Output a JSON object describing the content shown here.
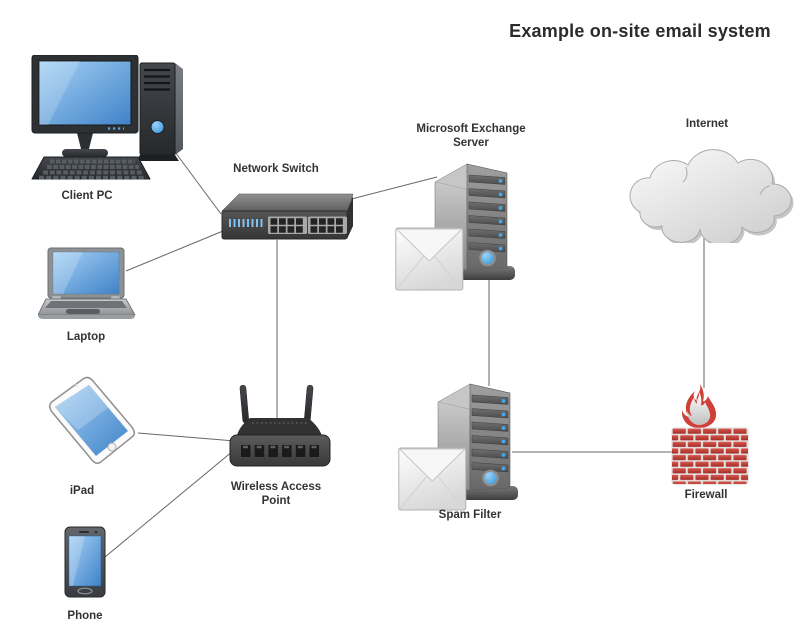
{
  "title": "Example on-site email system",
  "diagram": {
    "nodes": [
      {
        "id": "client-pc",
        "label": "Client PC",
        "icon": "desktop-computer-icon"
      },
      {
        "id": "laptop",
        "label": "Laptop",
        "icon": "laptop-icon"
      },
      {
        "id": "ipad",
        "label": "iPad",
        "icon": "tablet-icon"
      },
      {
        "id": "phone",
        "label": "Phone",
        "icon": "smartphone-icon"
      },
      {
        "id": "network-switch",
        "label": "Network Switch",
        "icon": "network-switch-icon"
      },
      {
        "id": "wireless-access-point",
        "label": "Wireless Access Point",
        "icon": "wireless-router-icon"
      },
      {
        "id": "exchange-server",
        "label": "Microsoft Exchange Server",
        "icon": "mail-server-icon"
      },
      {
        "id": "spam-filter",
        "label": "Spam Filter",
        "icon": "mail-server-icon"
      },
      {
        "id": "internet",
        "label": "Internet",
        "icon": "cloud-icon"
      },
      {
        "id": "firewall",
        "label": "Firewall",
        "icon": "firewall-icon"
      }
    ],
    "connections": [
      {
        "from": "client-pc",
        "to": "network-switch"
      },
      {
        "from": "laptop",
        "to": "network-switch"
      },
      {
        "from": "network-switch",
        "to": "wireless-access-point"
      },
      {
        "from": "network-switch",
        "to": "exchange-server"
      },
      {
        "from": "exchange-server",
        "to": "spam-filter"
      },
      {
        "from": "spam-filter",
        "to": "firewall"
      },
      {
        "from": "firewall",
        "to": "internet"
      },
      {
        "from": "ipad",
        "to": "wireless-access-point"
      },
      {
        "from": "phone",
        "to": "wireless-access-point"
      }
    ]
  },
  "colors": {
    "background": "#ffffff",
    "title_text": "#2b2b2b",
    "label_text": "#333333",
    "connection_line": "#666666",
    "screen_blue": "#5a9ce0",
    "led_blue": "#45a8ea",
    "device_gray": "#45484d",
    "server_gray": "#9c9c9c",
    "envelope_white": "#f7f7f7",
    "cloud_gray": "#e0e0e0",
    "brick_red": "#c9413a",
    "flame_red": "#cf4038"
  }
}
